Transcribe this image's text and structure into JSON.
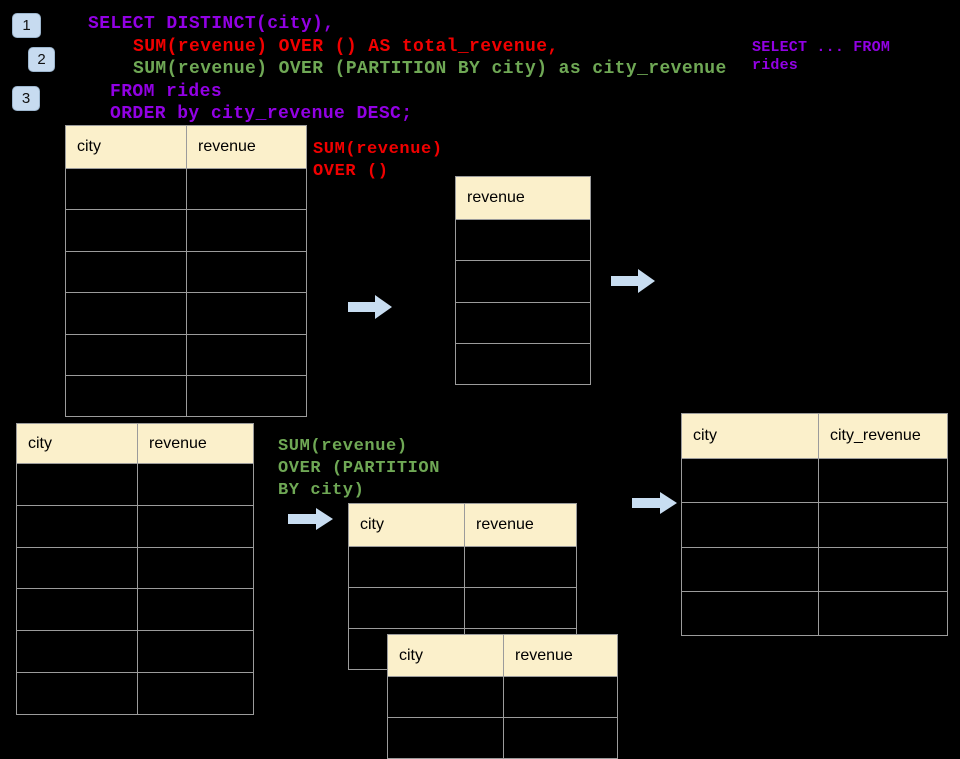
{
  "badges": [
    {
      "label": "1"
    },
    {
      "label": "2"
    },
    {
      "label": "3"
    }
  ],
  "sql": {
    "line1": "SELECT DISTINCT(city),",
    "line2": "SUM(revenue) OVER () AS total_revenue,",
    "line3": "SUM(revenue) OVER (PARTITION BY city) as city_revenue",
    "line4": "FROM rides",
    "line5": "ORDER by city_revenue DESC;"
  },
  "side_note": {
    "line1": "SELECT ... FROM",
    "line2": "rides"
  },
  "annotations": {
    "total_label": {
      "line1": "SUM(revenue)",
      "line2": "OVER ()"
    },
    "partition_label": {
      "line1": "SUM(revenue)",
      "line2": "OVER (PARTITION",
      "line3": "BY city)"
    }
  },
  "tables": [
    {
      "id": "source-rides-top",
      "columns": [
        "city",
        "revenue"
      ],
      "data_rows": 6
    },
    {
      "id": "total-revenue-result",
      "columns": [
        "revenue"
      ],
      "data_rows": 4
    },
    {
      "id": "source-rides-bottom",
      "columns": [
        "city",
        "revenue"
      ],
      "data_rows": 6
    },
    {
      "id": "partition-intermediate",
      "columns": [
        "city",
        "revenue"
      ],
      "data_rows": 3
    },
    {
      "id": "partition-overlay",
      "columns": [
        "city",
        "revenue"
      ],
      "data_rows": 2
    },
    {
      "id": "city-revenue-result",
      "columns": [
        "city",
        "city_revenue"
      ],
      "data_rows": 4
    }
  ],
  "colors": {
    "background": "#000000",
    "purple": "#9201e4",
    "red": "#f10000",
    "green": "#6fa855",
    "header_fill": "#fbf0cb",
    "table_border": "#9b9b9b",
    "arrow_fill": "#c8ddf1",
    "badge_fill": "#c7dbf0"
  }
}
